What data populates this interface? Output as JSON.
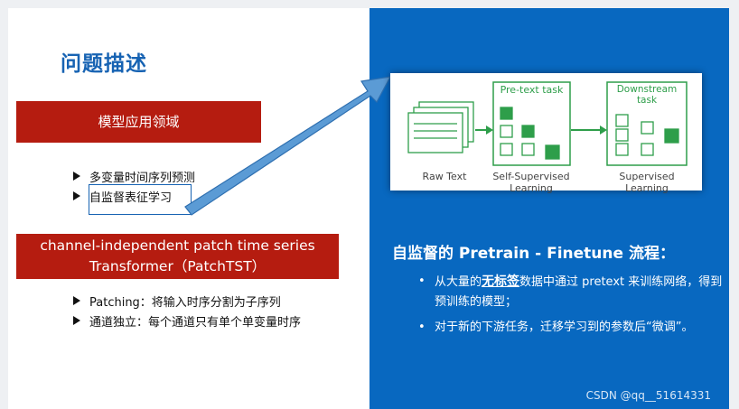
{
  "left": {
    "title": "问题描述",
    "bar1": "模型应用领域",
    "list1": [
      "多变量时间序列预测",
      "自监督表征学习"
    ],
    "bar2_line1": "channel-independent patch time series",
    "bar2_line2": "Transformer（PatchTST）",
    "list2": [
      "Patching：将输入时序分割为子序列",
      "通道独立：每个通道只有单个单变量时序"
    ]
  },
  "diagram": {
    "raw_text": "Raw Text",
    "pretext_task": "Pre-text task",
    "ssl_line1": "Self-Supervised",
    "ssl_line2": "Learning",
    "downstream_line1": "Downstream",
    "downstream_line2": "task",
    "sup_line1": "Supervised",
    "sup_line2": "Learning"
  },
  "right": {
    "flow_title": "自监督的 Pretrain - Finetune 流程：",
    "b1_pre": "从大量的",
    "b1_bold": "无标签",
    "b1_post": "数据中通过 pretext 来训练网络，得到预训练的模型；",
    "b2": "对于新的下游任务，迁移学习到的参数后“微调”。"
  },
  "watermark": "CSDN @qq__51614331",
  "colors": {
    "red_bar": "#b51c10",
    "blue_panel": "#0868c0",
    "title_blue": "#1763b3",
    "green": "#2e9e4a"
  }
}
